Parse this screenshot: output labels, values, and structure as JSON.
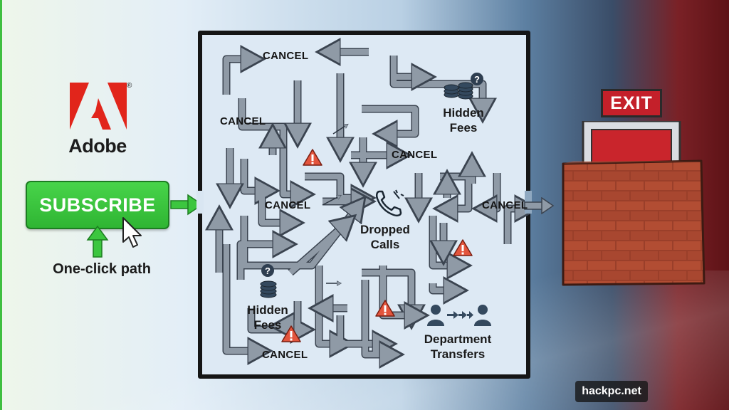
{
  "brand": {
    "name": "Adobe",
    "mark": "®"
  },
  "subscribe": {
    "label": "SUBSCRIBE",
    "caption": "One-click path"
  },
  "maze": {
    "cancel_labels": [
      "CANCEL",
      "CANCEL",
      "CANCEL",
      "CANCEL",
      "CANCEL",
      "CANCEL"
    ],
    "hidden_fees_top": {
      "line1": "Hidden",
      "line2": "Fees"
    },
    "hidden_fees_bottom": {
      "line1": "Hidden",
      "line2": "Fees"
    },
    "dropped_calls": {
      "line1": "Dropped",
      "line2": "Calls"
    },
    "department_transfers": {
      "line1": "Department",
      "line2": "Transfers"
    }
  },
  "exit": {
    "label": "EXIT"
  },
  "watermark": "hackpc.net",
  "colors": {
    "subscribe_green": "#36c23a",
    "exit_red": "#c4202a",
    "brick": "#a8432c",
    "arrow_gray": "#8f9aa6",
    "warning": "#e3553d"
  },
  "icons": [
    "adobe-logo",
    "cursor-icon",
    "green-arrow-icon",
    "coins-icon",
    "question-icon",
    "phone-icon",
    "warning-icon",
    "people-icon",
    "brick-wall",
    "exit-door"
  ]
}
